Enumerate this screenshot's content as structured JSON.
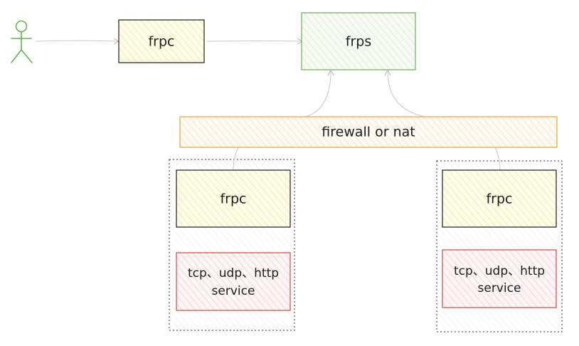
{
  "actor": {
    "icon": "user-icon",
    "color": "#6cae52"
  },
  "client_frpc": {
    "label": "frpc",
    "fill": "#fbf9d2",
    "stroke": "#1e1e1e"
  },
  "server_frps": {
    "label": "frps",
    "fill": "#ebf6e6",
    "stroke": "#6cae52"
  },
  "firewall": {
    "label": "firewall or nat",
    "fill": "#fcefe0",
    "stroke": "#e5a33a"
  },
  "internal_left": {
    "frpc_label": "frpc",
    "service_line1": "tcp、udp、http",
    "service_line2": "service"
  },
  "internal_right": {
    "frpc_label": "frpc",
    "service_line1": "tcp、udp、http",
    "service_line2": "service"
  },
  "colors": {
    "frpc_fill": "#fbf9d2",
    "service_fill": "#fbe9e9",
    "service_stroke": "#c94a4a",
    "group_stroke": "#333333",
    "connector": "#c8c8c8"
  }
}
